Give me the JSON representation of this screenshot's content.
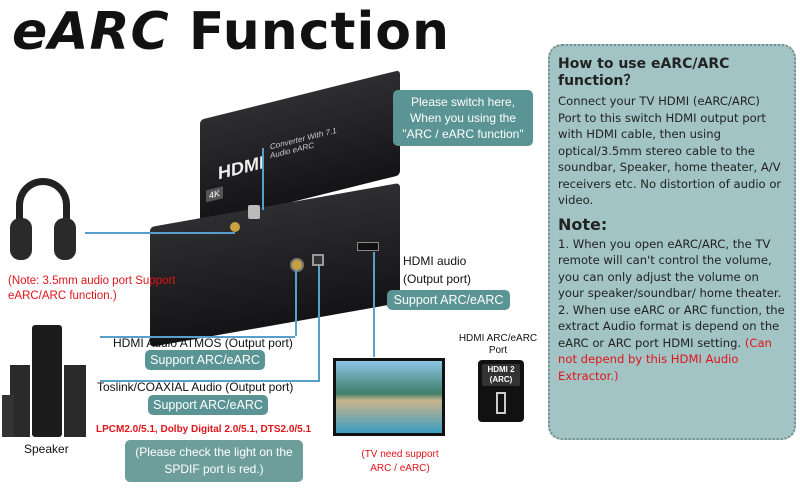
{
  "title": {
    "prefix": "eARC",
    "rest": "Function"
  },
  "panel": {
    "heading": "How to use eARC/ARC function？",
    "body": "Connect your TV HDMI (eARC/ARC) Port to this switch HDMI output port with HDMI cable, then using optical/3.5mm stereo cable to the soundbar, Speaker, home theater, A/V receivers etc. No distortion of audio or video.",
    "note_heading": "Note:",
    "note1": "1. When you open eARC/ARC, the TV remote will can't control the volume, you can only adjust the volume on your speaker/soundbar/ home theater.",
    "note2": "2. When use eARC or ARC function, the extract Audio format is depend on the eARC or ARC port HDMI setting.",
    "note2_red": "(Can not depend by this HDMI Audio Extractor.)"
  },
  "switch_callout": "Please switch here, When you using the \"ARC / eARC function\"",
  "headphone_note": "(Note: 3.5mm audio port Support eARC/ARC function.)",
  "hdmi_audio": {
    "label": "HDMI audio (Output port)",
    "badge": "Support ARC/eARC"
  },
  "atmos": {
    "label": "HDMI Audio ATMOS (Output port)",
    "badge": "Support ARC/eARC"
  },
  "toslink": {
    "label": "Toslink/COAXIAL Audio (Output port)",
    "badge": "Support ARC/eARC"
  },
  "formats": "LPCM2.0/5.1, Dolby Digital 2.0/5.1, DTS2.0/5.1",
  "spdif_note": "(Please check the light on the SPDIF port is red.)",
  "speaker_label": "Speaker",
  "tv_note": "(TV need support ARC / eARC)",
  "tv_port": {
    "label": "HDMI ARC/eARC Port",
    "port_text": "HDMI 2 (ARC)"
  },
  "device": {
    "brand": "HDMI",
    "model": "Converter With 7.1 Audio eARC",
    "badge": "4K"
  }
}
